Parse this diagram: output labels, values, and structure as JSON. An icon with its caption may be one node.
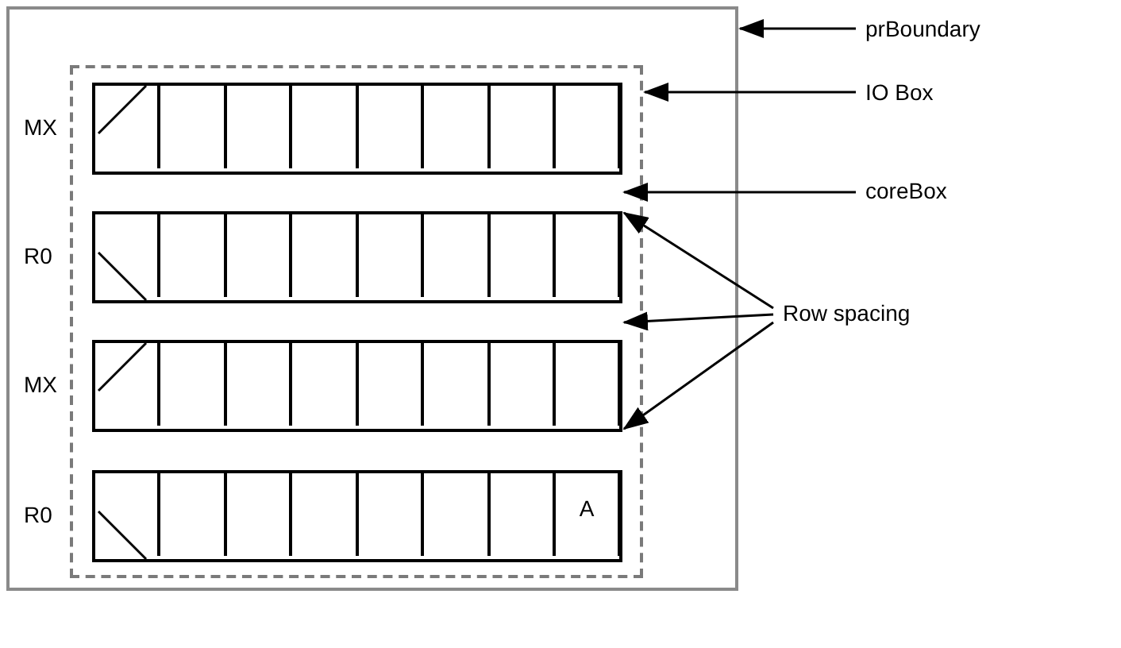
{
  "diagram": {
    "nodes": [
      {
        "text": [],
        "shape": "box"
      },
      {
        "text": [],
        "shape": "box",
        "in": 0
      },
      {
        "text": [],
        "shape": "box",
        "in": 1
      },
      {
        "text": [],
        "shape": "box",
        "in": 2,
        "beside": [
          "MX"
        ]
      },
      {
        "text": [],
        "shape": "box",
        "in": 3
      },
      {
        "text": [],
        "shape": "box",
        "in": 3
      },
      {
        "text": [],
        "shape": "box",
        "in": 3
      },
      {
        "text": [],
        "shape": "box",
        "in": 3
      },
      {
        "text": [],
        "shape": "box",
        "in": 3
      },
      {
        "text": [],
        "shape": "box",
        "in": 3
      },
      {
        "text": [],
        "shape": "box",
        "in": 3
      },
      {
        "text": [],
        "shape": "box",
        "in": 3
      },
      {
        "text": [],
        "shape": "box",
        "in": 2,
        "beside": [
          "R0"
        ]
      },
      {
        "text": [],
        "shape": "box",
        "in": 12
      },
      {
        "text": [],
        "shape": "box",
        "in": 12
      },
      {
        "text": [],
        "shape": "box",
        "in": 12
      },
      {
        "text": [],
        "shape": "box",
        "in": 12
      },
      {
        "text": [],
        "shape": "box",
        "in": 12
      },
      {
        "text": [],
        "shape": "box",
        "in": 12
      },
      {
        "text": [],
        "shape": "box",
        "in": 12
      },
      {
        "text": [],
        "shape": "box",
        "in": 12
      },
      {
        "text": [],
        "shape": "box",
        "in": 2,
        "beside": [
          "MX"
        ]
      },
      {
        "text": [],
        "shape": "box",
        "in": 21
      },
      {
        "text": [],
        "shape": "box",
        "in": 21
      },
      {
        "text": [],
        "shape": "box",
        "in": 21
      },
      {
        "text": [],
        "shape": "box",
        "in": 21
      },
      {
        "text": [],
        "shape": "box",
        "in": 21
      },
      {
        "text": [],
        "shape": "box",
        "in": 21
      },
      {
        "text": [],
        "shape": "box",
        "in": 21
      },
      {
        "text": [],
        "shape": "box",
        "in": 21
      },
      {
        "text": [],
        "shape": "box",
        "in": 2,
        "beside": [
          "R0"
        ]
      },
      {
        "text": [],
        "shape": "box",
        "in": 30
      },
      {
        "text": [],
        "shape": "box",
        "in": 30
      },
      {
        "text": [],
        "shape": "box",
        "in": 30
      },
      {
        "text": [],
        "shape": "box",
        "in": 30
      },
      {
        "text": [],
        "shape": "box",
        "in": 30
      },
      {
        "text": [],
        "shape": "box",
        "in": 30
      },
      {
        "text": [],
        "shape": "box",
        "in": 30
      },
      {
        "text": [
          "A"
        ],
        "in": 30
      },
      {
        "text": [
          "prBoundary"
        ]
      },
      {
        "text": [
          "IO Box"
        ]
      },
      {
        "text": [
          "coreBox"
        ]
      },
      {
        "text": [
          "Row spacing"
        ]
      }
    ],
    "edges": [
      {
        "from": 39,
        "to": 0,
        "arrow": "to"
      },
      {
        "from": 40,
        "to": 1,
        "arrow": "to"
      },
      {
        "from": 41,
        "to": 2,
        "arrow": "to"
      },
      {
        "from": 42,
        "to": 12,
        "arrow": "to"
      },
      {
        "from": 42,
        "to": 2,
        "arrow": "to"
      },
      {
        "from": 42,
        "to": 21,
        "arrow": "to"
      }
    ]
  }
}
